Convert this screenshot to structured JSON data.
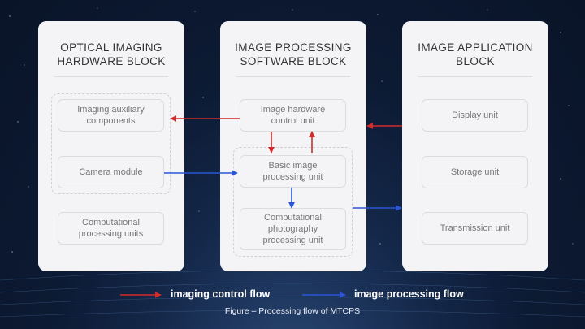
{
  "blocks": {
    "hardware": {
      "title": "OPTICAL IMAGING\nHARDWARE BLOCK",
      "units": [
        "Imaging auxiliary\ncomponents",
        "Camera module",
        "Computational\nprocessing units"
      ]
    },
    "software": {
      "title": "IMAGE PROCESSING\nSOFTWARE BLOCK",
      "units": [
        "Image hardware\ncontrol unit",
        "Basic image\nprocessing unit",
        "Computational\nphotography\nprocessing unit"
      ]
    },
    "application": {
      "title": "IMAGE APPLICATION\nBLOCK",
      "units": [
        "Display unit",
        "Storage unit",
        "Transmission unit"
      ]
    }
  },
  "legend": {
    "control": {
      "label": "imaging control flow",
      "color": "#d42a2a"
    },
    "processing": {
      "label": "image processing flow",
      "color": "#2c55d6"
    }
  },
  "caption": "Figure – Processing flow of MTCPS"
}
